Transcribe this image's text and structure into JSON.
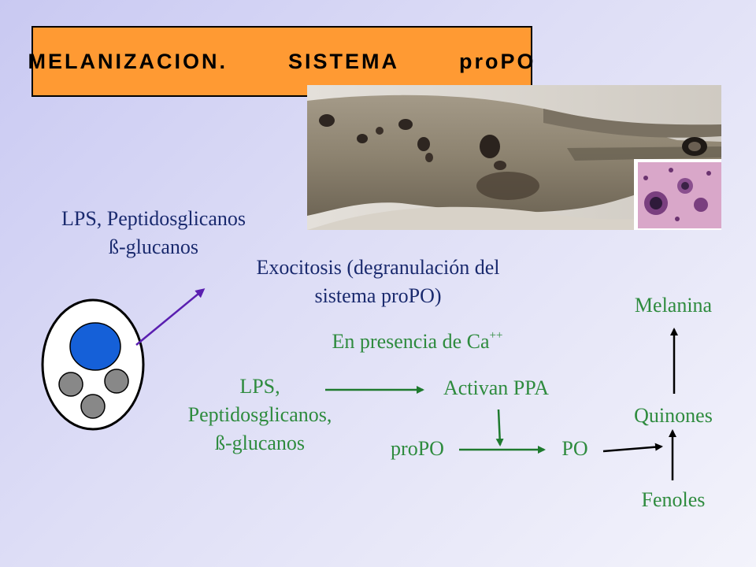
{
  "title": "MELANIZACION.  SISTEMA  proPO",
  "stimulus": {
    "line1": "LPS, Peptidosglicanos",
    "line2": "ß-glucanos"
  },
  "exocitosis": {
    "line1": "Exocitosis (degranulación del",
    "line2": "sistema proPO)"
  },
  "presencia": {
    "text": "En presencia de Ca",
    "superscript": "++"
  },
  "activators": {
    "line1": "LPS,",
    "line2": "Peptidosglicanos,",
    "line3": "ß-glucanos"
  },
  "activan": "Activan PPA",
  "propo": "proPO",
  "po": "PO",
  "melanina": "Melanina",
  "quinones": "Quinones",
  "fenoles": "Fenoles",
  "colors": {
    "title_bg": "#ff9a33",
    "green_text": "#2e8b3e",
    "navy_text": "#1a2a6e",
    "arrow_green": "#1e7a2e",
    "arrow_purple": "#5a1fb0",
    "nucleus": "#1560d8",
    "granules": "#888888"
  }
}
